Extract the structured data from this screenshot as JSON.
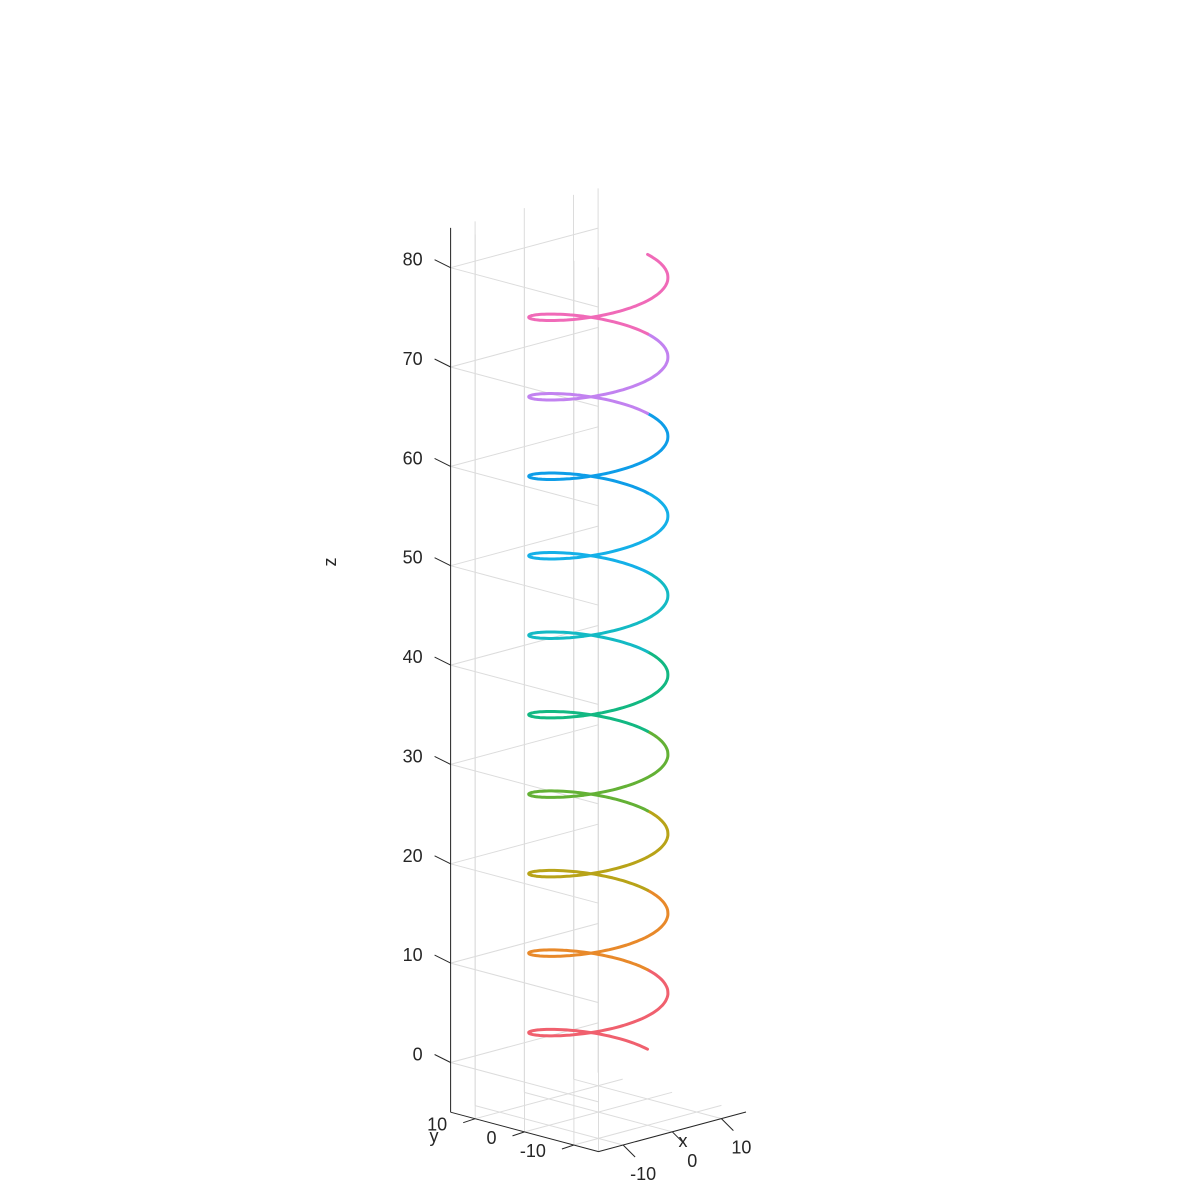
{
  "chart_data": {
    "type": "line3d",
    "title": "",
    "xlabel": "x",
    "ylabel": "y",
    "zlabel": "z",
    "xlim": [
      -15,
      15
    ],
    "ylim": [
      -15,
      15
    ],
    "zlim": [
      -5,
      84
    ],
    "xticks": [
      -10,
      0,
      10
    ],
    "yticks": [
      -10,
      0,
      10
    ],
    "zticks": [
      0,
      10,
      20,
      30,
      40,
      50,
      60,
      70,
      80
    ],
    "xtick_labels": [
      "-10",
      "0",
      "10"
    ],
    "ytick_labels": [
      "-10",
      "0",
      "10"
    ],
    "ztick_labels": [
      "0",
      "10",
      "20",
      "30",
      "40",
      "50",
      "60",
      "70",
      "80"
    ],
    "grid": true,
    "series": [
      {
        "curve": "helix",
        "x": "10*cos(t)",
        "y": "10*sin(t)",
        "z": "4*t/pi",
        "t_range": [
          0,
          62.83
        ],
        "turns": 10,
        "colors": [
          "#f0606e",
          "#e8892a",
          "#b8a318",
          "#63b135",
          "#12b882",
          "#14bac4",
          "#14b0e8",
          "#0e9de8",
          "#c282f0",
          "#f06ab8"
        ]
      }
    ]
  }
}
